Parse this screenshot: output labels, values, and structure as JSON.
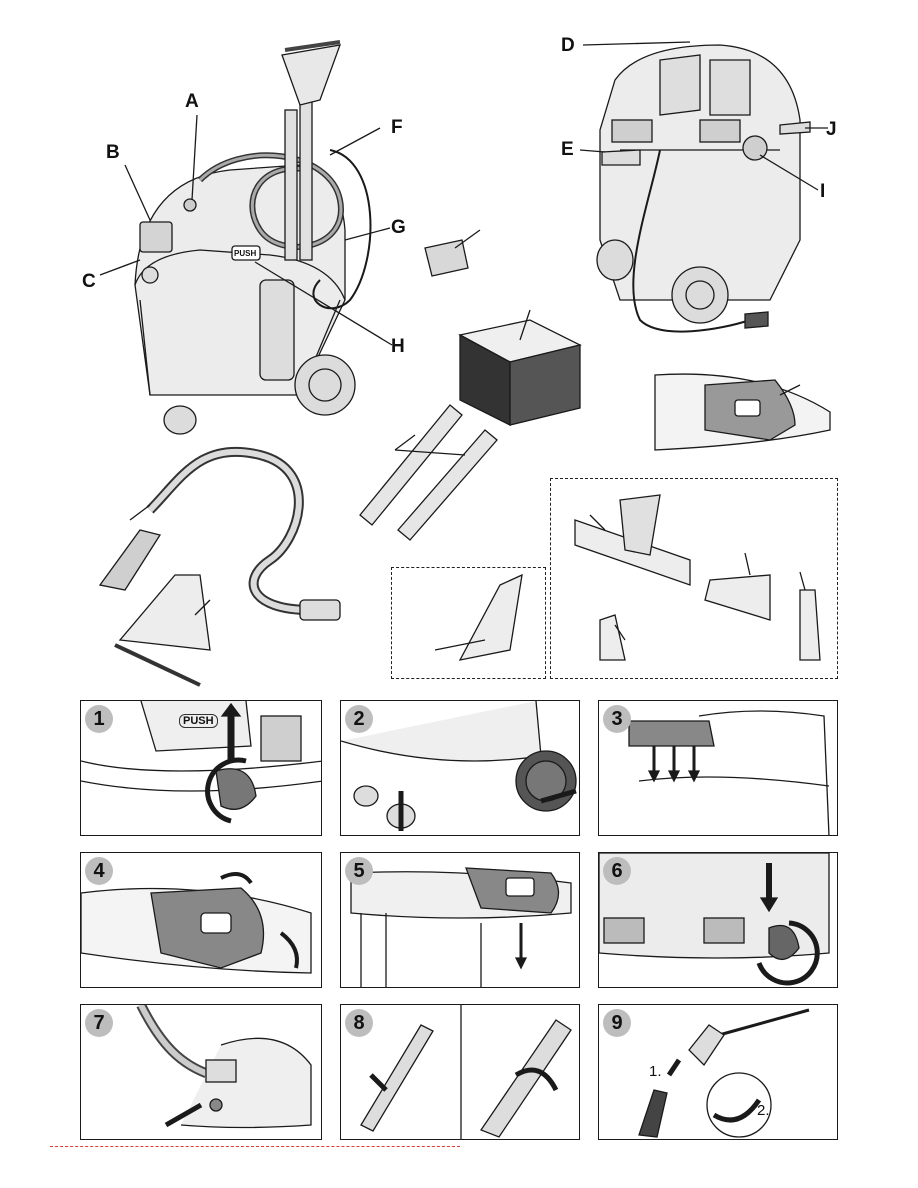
{
  "labels": {
    "A": "A",
    "B": "B",
    "C": "C",
    "D": "D",
    "E": "E",
    "F": "F",
    "G": "G",
    "H": "H",
    "I": "I",
    "J": "J"
  },
  "push_text": "PUSH",
  "steps": [
    "1",
    "2",
    "3",
    "4",
    "5",
    "6",
    "7",
    "8",
    "9"
  ],
  "step9_marks": {
    "first": "1.",
    "second": "2."
  },
  "colors": {
    "line": "#1a1a1a",
    "body": "#e9e9e9",
    "dark": "#555555",
    "badge": "#bdbdbd",
    "footer_line": "#e53935"
  }
}
